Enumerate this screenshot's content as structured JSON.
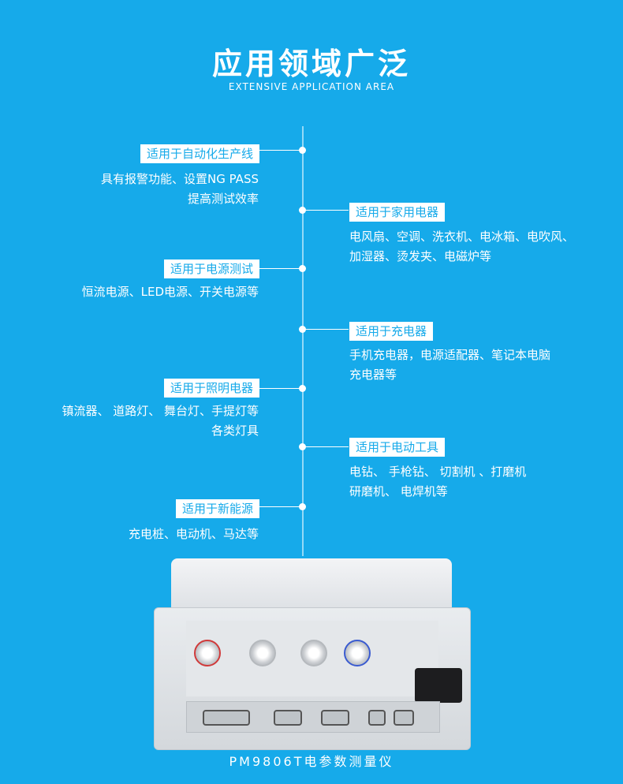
{
  "header": {
    "title": "应用领域广泛",
    "subtitle": "EXTENSIVE APPLICATION AREA"
  },
  "left_items": [
    {
      "tag": "适用于自动化生产线",
      "lines": [
        "具有报警功能、设置NG PASS",
        "提高测试效率"
      ]
    },
    {
      "tag": "适用于电源测试",
      "lines": [
        "恒流电源、LED电源、开关电源等"
      ]
    },
    {
      "tag": "适用于照明电器",
      "lines": [
        "镇流器、 道路灯、 舞台灯、手提灯等",
        "各类灯具"
      ]
    },
    {
      "tag": "适用于新能源",
      "lines": [
        "充电桩、电动机、马达等"
      ]
    }
  ],
  "right_items": [
    {
      "tag": "适用于家用电器",
      "lines": [
        "电风扇、空调、洗衣机、电冰箱、电吹风、",
        "加湿器、烫发夹、电磁炉等"
      ]
    },
    {
      "tag": "适用于充电器",
      "lines": [
        "手机充电器，电源适配器、笔记本电脑",
        "充电器等"
      ]
    },
    {
      "tag": "适用于电动工具",
      "lines": [
        "电钻、 手枪钻、 切割机 、打磨机",
        "研磨机、 电焊机等"
      ]
    }
  ],
  "product": {
    "caption": "PM9806T电参数测量仪"
  },
  "colors": {
    "background": "#16aaea",
    "tag_text": "#16aaea",
    "text": "#ffffff"
  }
}
